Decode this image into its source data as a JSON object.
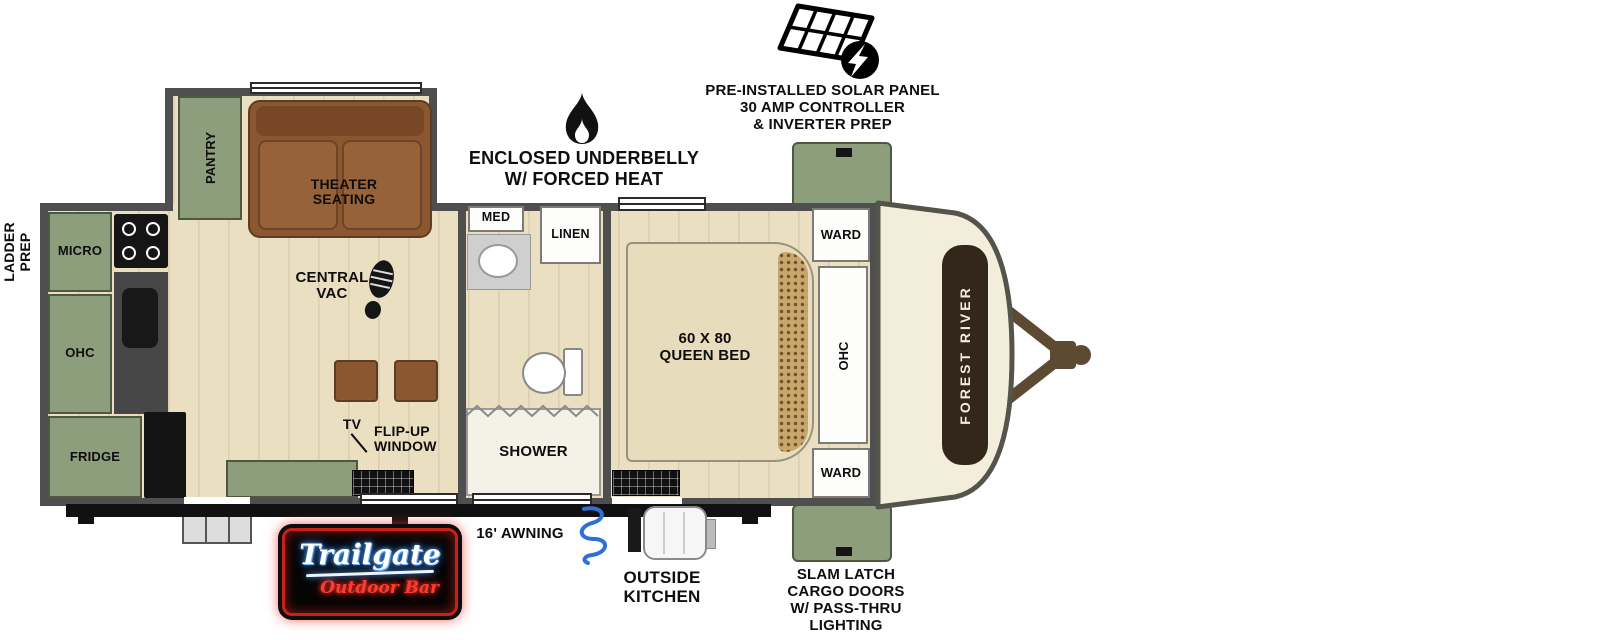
{
  "annotations": {
    "solar": {
      "line1": "PRE-INSTALLED SOLAR PANEL",
      "line2": "30 AMP CONTROLLER",
      "line3": "& INVERTER PREP"
    },
    "underbelly": {
      "line1": "ENCLOSED UNDERBELLY",
      "line2": "W/ FORCED HEAT"
    },
    "ladder": {
      "line1": "LADDER",
      "line2": "PREP"
    },
    "awning": "16' AWNING",
    "outside_kitchen": {
      "line1": "OUTSIDE",
      "line2": "KITCHEN"
    },
    "cargo": {
      "line1": "SLAM LATCH",
      "line2": "CARGO DOORS",
      "line3": "W/ PASS-THRU",
      "line4": "LIGHTING"
    }
  },
  "rooms": {
    "pantry": "PANTRY",
    "theater": {
      "line1": "THEATER",
      "line2": "SEATING"
    },
    "micro": "MICRO",
    "ohc_kitchen": "OHC",
    "fridge": "FRIDGE",
    "central_vac": {
      "line1": "CENTRAL",
      "line2": "VAC"
    },
    "tv": "TV",
    "flip_window": {
      "line1": "FLIP-UP",
      "line2": "WINDOW"
    },
    "med": "MED",
    "linen": "LINEN",
    "shower": "SHOWER",
    "bed": {
      "line1": "60 X 80",
      "line2": "QUEEN BED"
    },
    "ward_front": "WARD",
    "ohc_bedroom": "OHC",
    "ward_rear": "WARD"
  },
  "branding": {
    "forest_river": "FOREST RIVER",
    "sign_title": "Trailgate",
    "sign_subtitle": "Outdoor Bar"
  },
  "colors": {
    "cabinet_green": "#8c9e7c",
    "wall_gray": "#4f4f4f",
    "floor_tan": "#ebdfc2",
    "sofa_brown": "#8a5731",
    "front_cap_cream": "#f3eedb",
    "front_panel_brown": "#32271a",
    "neon_red": "#ff2d23",
    "neon_blue": "#4f9cff",
    "hose_blue": "#2f6fd6"
  }
}
